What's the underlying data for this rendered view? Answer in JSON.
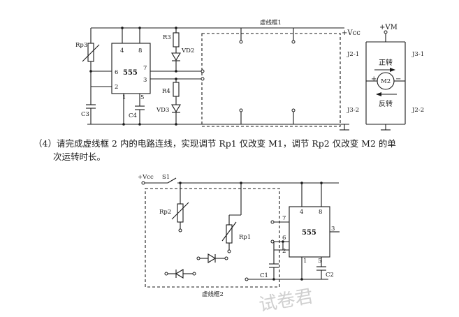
{
  "top_circuit": {
    "box_label": "虚线框1",
    "vcc_label": "+Vcc",
    "vm_label": "+VM",
    "chip_label": "555",
    "rp3": "Rp3",
    "r3": "R3",
    "r4": "R4",
    "vd2": "VD2",
    "vd3": "VD3",
    "c3": "C3",
    "c4": "C4",
    "pin4": "4",
    "pin8": "8",
    "pin6": "6",
    "pin2": "2",
    "pin1": "1",
    "pin5": "5",
    "pin7": "7",
    "pin3": "3",
    "j2_1": "J2-1",
    "j3_1": "J3-1",
    "j3_2": "J3-2",
    "j2_2": "J2-2",
    "forward": "正转",
    "reverse": "反转",
    "motor": "M2",
    "plus": "+",
    "minus": "−"
  },
  "question": {
    "line1": "（4）请完成虚线框 2 内的电路连线，实现调节 Rp1 仅改变 M1，调节 Rp2 仅改变 M2 的单",
    "line2": "次运转时长。"
  },
  "bottom_circuit": {
    "vcc_label": "+Vcc",
    "s1": "S1",
    "rp2": "Rp2",
    "rp1": "Rp1",
    "chip_label": "555",
    "pin4": "4",
    "pin8": "8",
    "pin7": "7",
    "pin6": "6",
    "pin2": "2",
    "pin1": "1",
    "pin5": "5",
    "pin3": "3",
    "c1": "C1",
    "c2": "C2",
    "box_label": "虚线框2"
  },
  "watermark": "试卷君"
}
